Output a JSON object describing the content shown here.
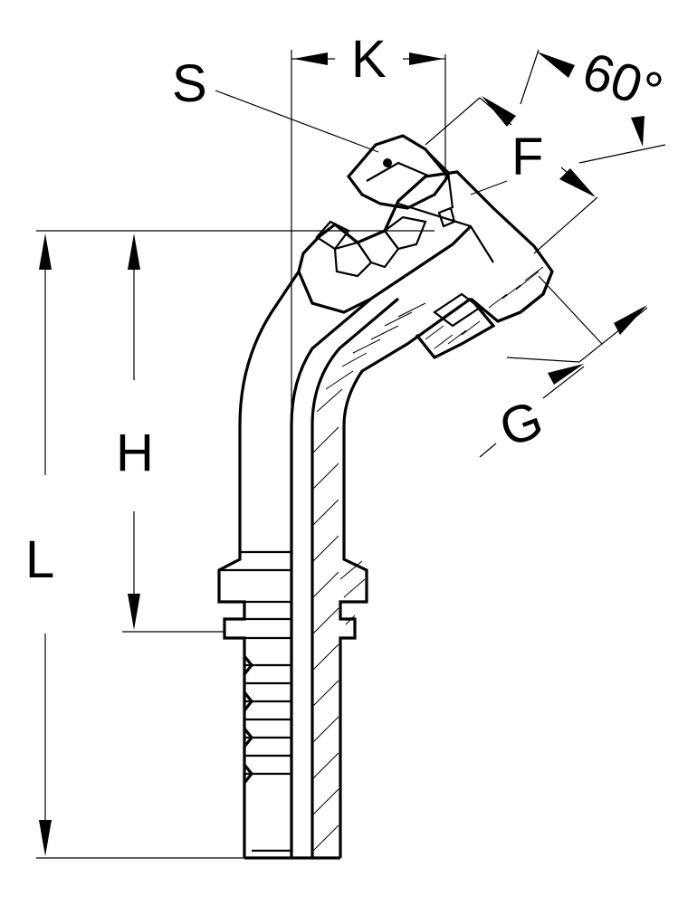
{
  "drawing": {
    "labels": {
      "S": "S",
      "K": "K",
      "angle": "60°",
      "F": "F",
      "H": "H",
      "L": "L",
      "G": "G"
    }
  }
}
